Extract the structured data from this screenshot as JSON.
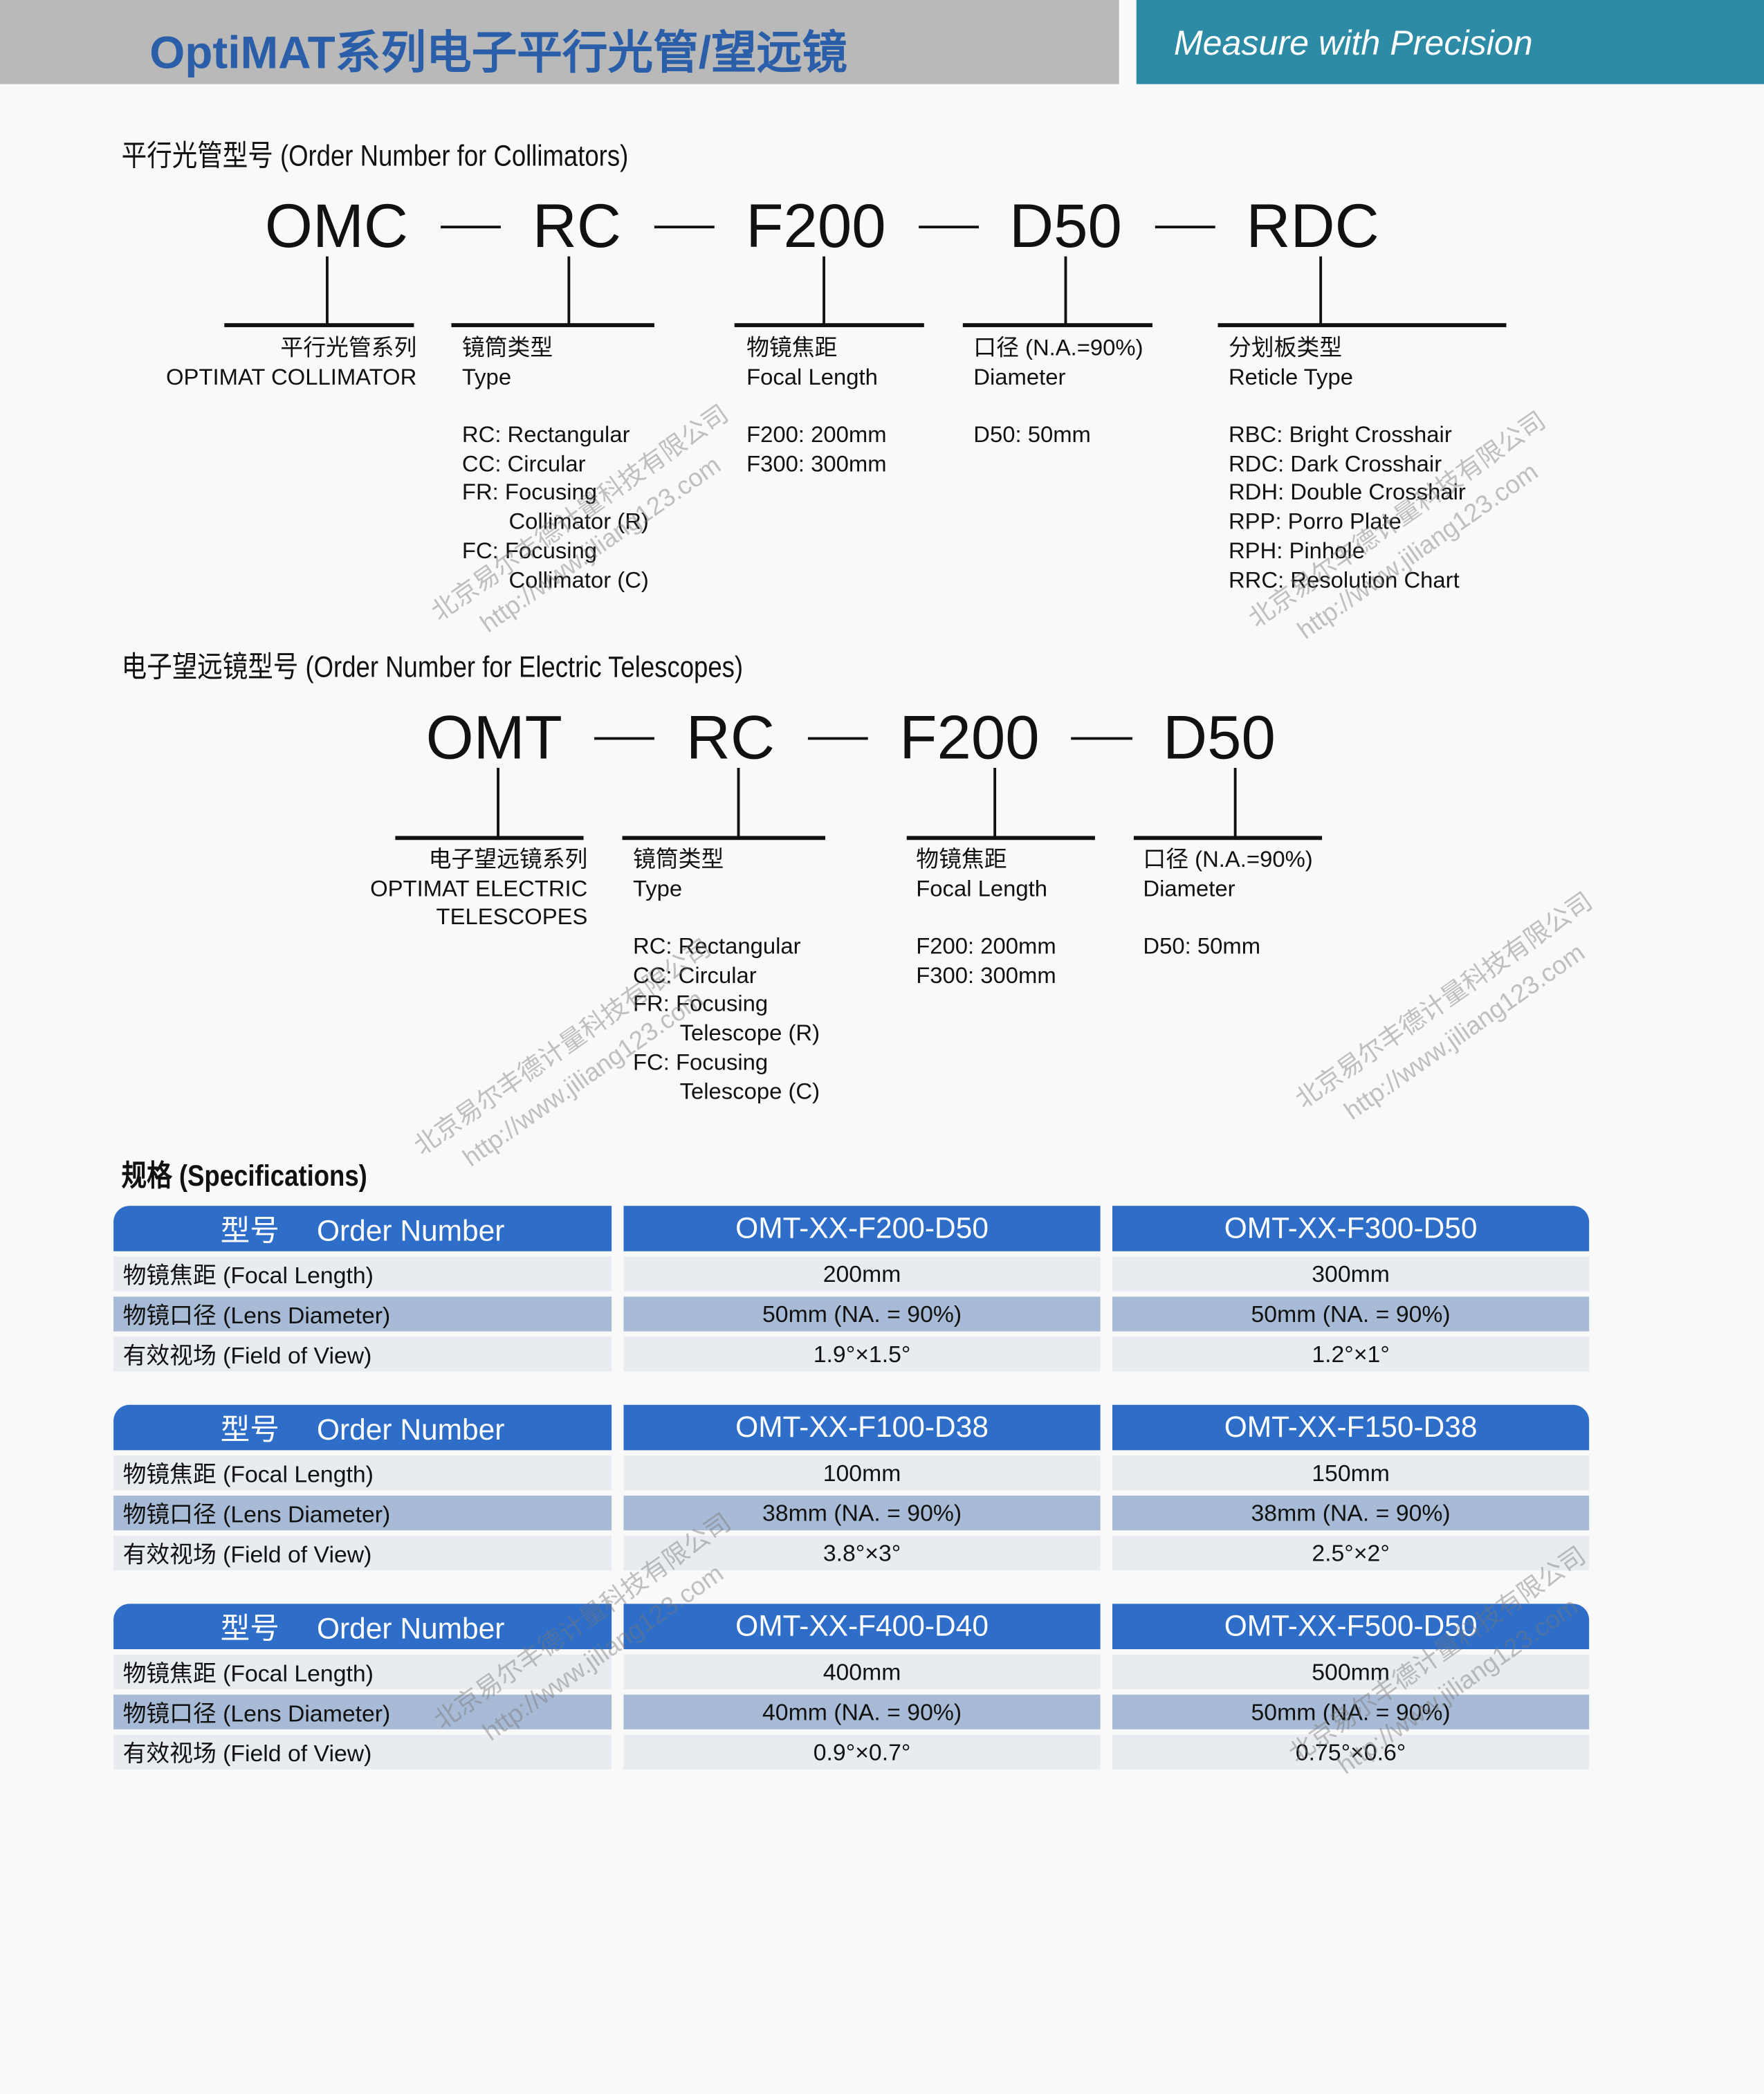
{
  "header": {
    "title": "OptiMAT系列电子平行光管/望远镜",
    "tagline": "Measure with Precision"
  },
  "collimator": {
    "section_title": "平行光管型号 (Order Number for Collimators)",
    "codes": [
      "OMC",
      "RC",
      "F200",
      "D50",
      "RDC"
    ],
    "columns": [
      {
        "lines": [
          {
            "text": "平行光管系列"
          },
          {
            "text": "OPTIMAT COLLIMATOR"
          }
        ]
      },
      {
        "lines": [
          {
            "text": "镜筒类型"
          },
          {
            "text": "Type"
          },
          {
            "text": ""
          },
          {
            "text": "RC: Rectangular"
          },
          {
            "text": "CC: Circular"
          },
          {
            "text": "FR: Focusing"
          },
          {
            "text": "Collimator (R)",
            "cont": true
          },
          {
            "text": "FC: Focusing"
          },
          {
            "text": "Collimator (C)",
            "cont": true
          }
        ]
      },
      {
        "lines": [
          {
            "text": "物镜焦距"
          },
          {
            "text": "Focal Length"
          },
          {
            "text": ""
          },
          {
            "text": "F200: 200mm"
          },
          {
            "text": "F300: 300mm"
          }
        ]
      },
      {
        "lines": [
          {
            "text": "口径 (N.A.=90%)"
          },
          {
            "text": "Diameter"
          },
          {
            "text": ""
          },
          {
            "text": "D50: 50mm"
          }
        ]
      },
      {
        "lines": [
          {
            "text": "分划板类型"
          },
          {
            "text": "Reticle Type"
          },
          {
            "text": ""
          },
          {
            "text": "RBC: Bright Crosshair"
          },
          {
            "text": "RDC: Dark Crosshair"
          },
          {
            "text": "RDH: Double Crosshair"
          },
          {
            "text": "RPP: Porro Plate"
          },
          {
            "text": "RPH: Pinhole"
          },
          {
            "text": "RRC: Resolution Chart"
          }
        ]
      }
    ]
  },
  "telescope": {
    "section_title": "电子望远镜型号 (Order Number for Electric Telescopes)",
    "codes": [
      "OMT",
      "RC",
      "F200",
      "D50"
    ],
    "columns": [
      {
        "lines": [
          {
            "text": "电子望远镜系列"
          },
          {
            "text": "OPTIMAT ELECTRIC"
          },
          {
            "text": "TELESCOPES"
          }
        ]
      },
      {
        "lines": [
          {
            "text": "镜筒类型"
          },
          {
            "text": "Type"
          },
          {
            "text": ""
          },
          {
            "text": "RC: Rectangular"
          },
          {
            "text": "CC: Circular"
          },
          {
            "text": "FR: Focusing"
          },
          {
            "text": "Telescope (R)",
            "cont": true
          },
          {
            "text": "FC: Focusing"
          },
          {
            "text": "Telescope (C)",
            "cont": true
          }
        ]
      },
      {
        "lines": [
          {
            "text": "物镜焦距"
          },
          {
            "text": "Focal Length"
          },
          {
            "text": ""
          },
          {
            "text": "F200: 200mm"
          },
          {
            "text": "F300: 300mm"
          }
        ]
      },
      {
        "lines": [
          {
            "text": "口径 (N.A.=90%)"
          },
          {
            "text": "Diameter"
          },
          {
            "text": ""
          },
          {
            "text": "D50: 50mm"
          }
        ]
      }
    ]
  },
  "specs": {
    "section_title": "规格 (Specifications)",
    "header_label": "型号　 Order Number",
    "row_labels": [
      "物镜焦距 (Focal Length)",
      "物镜口径 (Lens Diameter)",
      "有效视场 (Field of View)"
    ],
    "tables": [
      {
        "models": [
          {
            "name": "OMT-XX-F200-D50",
            "values": [
              "200mm",
              "50mm (NA. = 90%)",
              "1.9°×1.5°"
            ]
          },
          {
            "name": "OMT-XX-F300-D50",
            "values": [
              "300mm",
              "50mm (NA. = 90%)",
              "1.2°×1°"
            ]
          }
        ]
      },
      {
        "models": [
          {
            "name": "OMT-XX-F100-D38",
            "values": [
              "100mm",
              "38mm (NA. = 90%)",
              "3.8°×3°"
            ]
          },
          {
            "name": "OMT-XX-F150-D38",
            "values": [
              "150mm",
              "38mm (NA. = 90%)",
              "2.5°×2°"
            ]
          }
        ]
      },
      {
        "models": [
          {
            "name": "OMT-XX-F400-D40",
            "values": [
              "400mm",
              "40mm (NA. = 90%)",
              "0.9°×0.7°"
            ]
          },
          {
            "name": "OMT-XX-F500-D50",
            "values": [
              "500mm",
              "50mm (NA. = 90%)",
              "0.75°×0.6°"
            ]
          }
        ]
      }
    ]
  },
  "watermark": {
    "company": "北京易尔丰德计量科技有限公司",
    "url": "http://www.jiliang123.com"
  },
  "colors": {
    "title_blue": "#2a5ea8",
    "teal": "#2e8ba5",
    "header_gray": "#b9b9b9",
    "table_header": "#2e6ec8",
    "row_light": "#e8ecf1",
    "row_dark": "#a8bbd6"
  }
}
